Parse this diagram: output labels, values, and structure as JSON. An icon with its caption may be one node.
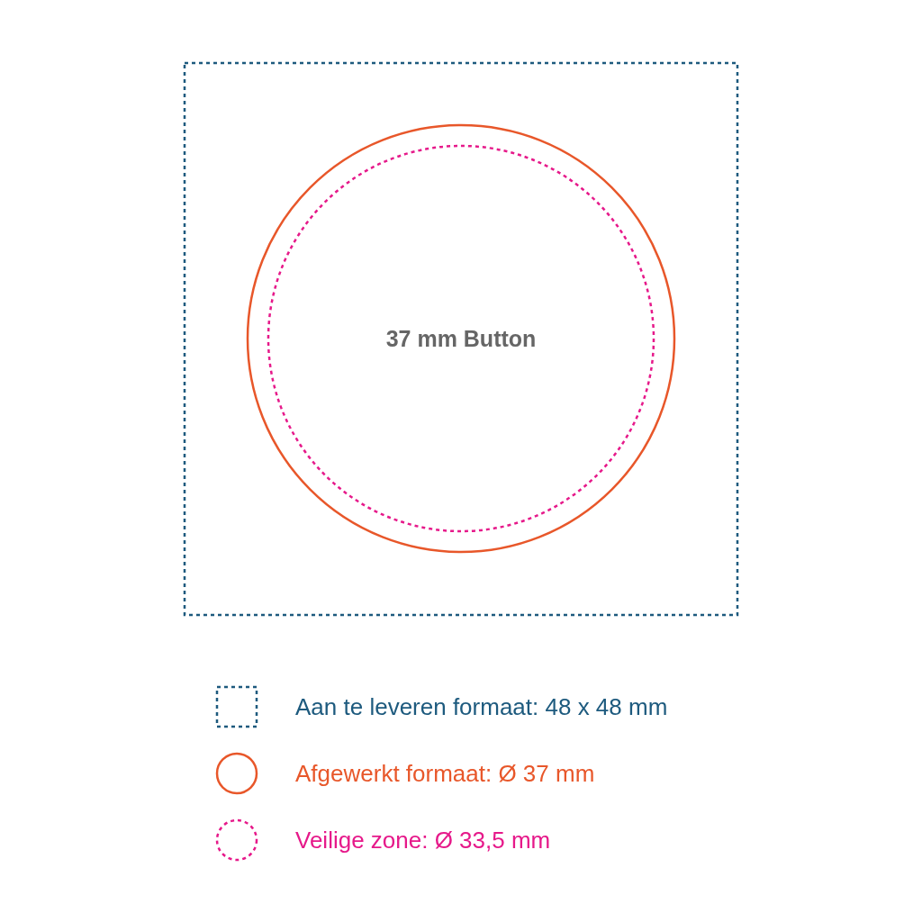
{
  "diagram": {
    "nodes": [
      {
        "text": [],
        "shape": "box"
      },
      {
        "text": [],
        "shape": "circle",
        "in": 0
      },
      {
        "text": [
          "37 mm Button"
        ],
        "in": 1
      }
    ],
    "edges": [],
    "legend": [
      {
        "text": "Aan te leveren formaat: 48 x 48 mm"
      },
      {
        "text": "Afgewerkt formaat: Ø 37 mm"
      },
      {
        "text": "Veilige zone: Ø 33,5 mm"
      }
    ]
  }
}
